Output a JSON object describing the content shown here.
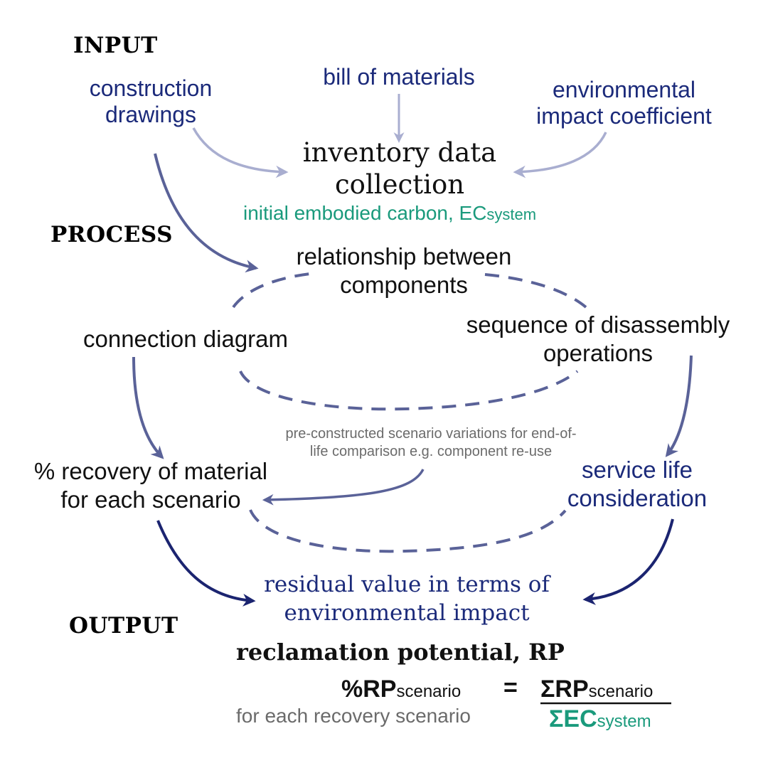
{
  "sections": {
    "input": "INPUT",
    "process": "PROCESS",
    "output": "OUTPUT"
  },
  "inputs": {
    "construction_drawings": [
      "construction",
      "drawings"
    ],
    "bill_of_materials": "bill of materials",
    "env_coefficient": [
      "environmental",
      "impact coefficient"
    ]
  },
  "inventory": {
    "title": [
      "inventory data",
      "collection"
    ],
    "subtitle": "initial embodied carbon, EC",
    "subtitle_sub": "system"
  },
  "process": {
    "relationship": [
      "relationship between",
      "components"
    ],
    "connection_diagram": "connection diagram",
    "sequence": [
      "sequence of disassembly",
      "operations"
    ],
    "scenarios_note": [
      "pre-constructed scenario variations for end-of-",
      "life comparison e.g. component re-use"
    ],
    "recovery": [
      "% recovery of material",
      "for each scenario"
    ],
    "service_life": [
      "service life",
      "consideration"
    ]
  },
  "output": {
    "residual": [
      "residual value in terms of",
      "environmental impact"
    ],
    "rp": "reclamation potential, RP",
    "formula_lhs": "%RP",
    "formula_lhs_sub": "scenario",
    "equals": "=",
    "numerator": "ΣRP",
    "numerator_sub": "scenario",
    "denominator": "ΣEC",
    "denominator_sub": "system",
    "note": "for each recovery scenario"
  },
  "colors": {
    "dark_blue": "#1b2a7a",
    "teal": "#1a9a7c",
    "arrow_light": "#a9aed0",
    "arrow_mid": "#5a6298",
    "arrow_dark": "#1b2470"
  }
}
